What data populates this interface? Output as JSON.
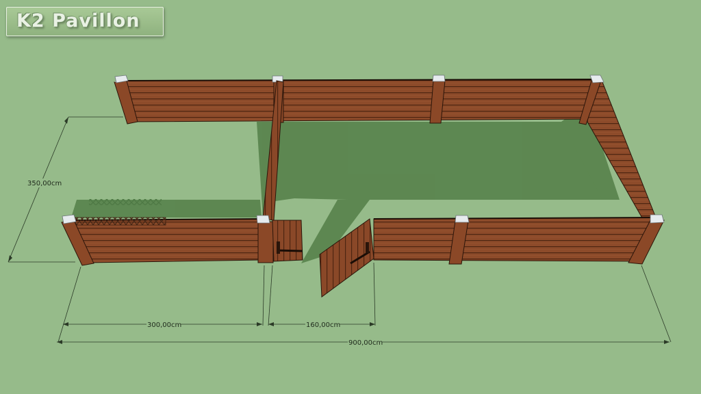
{
  "brand": {
    "logo_text": "K2 Pavillon"
  },
  "dimensions": {
    "depth": "350,00cm",
    "left_section": "300,00cm",
    "gate_opening": "160,00cm",
    "total_length": "900,00cm"
  },
  "colors": {
    "background": "#96bb8a",
    "wood": "#8a4a2a",
    "wood_dark": "#5e2e16",
    "post_cap": "#e4e9ec",
    "shadow": "#4f7a45",
    "dimension_line": "#2b3a27"
  }
}
